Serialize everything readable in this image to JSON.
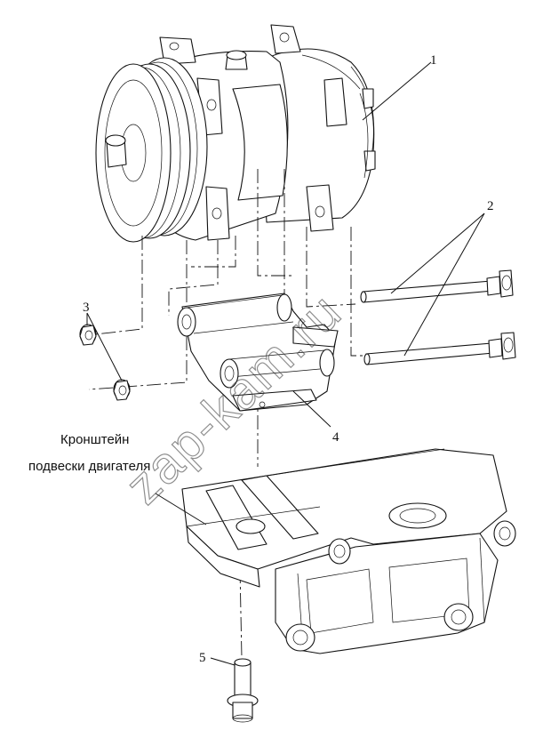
{
  "callouts": {
    "c1": "1",
    "c2": "2",
    "c3": "3",
    "c4": "4",
    "c5": "5"
  },
  "caption": {
    "line1": "Кронштейн",
    "line2": "подвески двигателя"
  },
  "watermark": "zap-kam.ru"
}
